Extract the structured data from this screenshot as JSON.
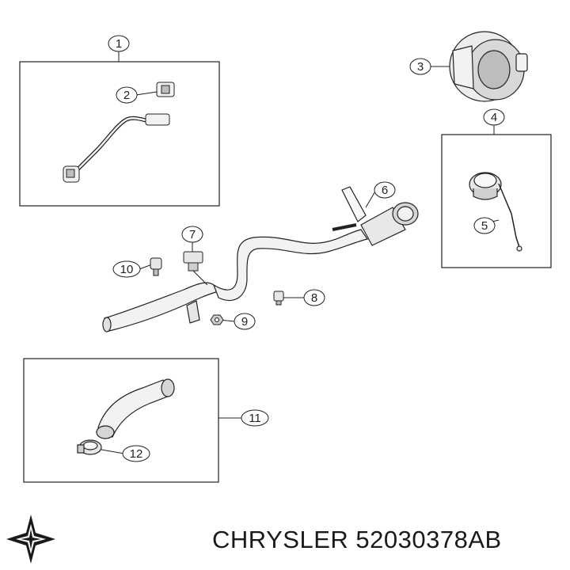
{
  "callouts": {
    "c1": "1",
    "c2": "2",
    "c3": "3",
    "c4": "4",
    "c5": "5",
    "c6": "6",
    "c7": "7",
    "c8": "8",
    "c9": "9",
    "c10": "10",
    "c11": "11",
    "c12": "12"
  },
  "footer": {
    "brand": "CHRYSLER",
    "part_number": "52030378AB",
    "logo_icon": "chrysler-star-icon"
  },
  "colors": {
    "line": "#222222",
    "part_fill": "#f2f2f2",
    "part_shade": "#bdbdbd"
  }
}
